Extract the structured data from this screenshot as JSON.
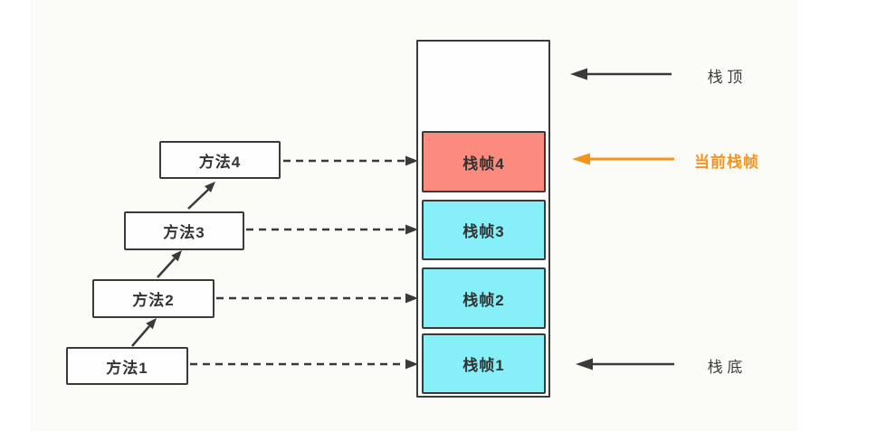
{
  "diagram": {
    "methods": [
      {
        "label": "方法1"
      },
      {
        "label": "方法2"
      },
      {
        "label": "方法3"
      },
      {
        "label": "方法4"
      }
    ],
    "stack_frames": [
      {
        "label": "栈帧4",
        "current": true
      },
      {
        "label": "栈帧3",
        "current": false
      },
      {
        "label": "栈帧2",
        "current": false
      },
      {
        "label": "栈帧1",
        "current": false
      }
    ],
    "labels": {
      "stack_top": "栈 顶",
      "current_frame": "当前栈帧",
      "stack_bottom": "栈 底"
    },
    "colors": {
      "current_frame_fill": "#FB8B7F",
      "frame_fill": "#86EFF7",
      "outline": "#3A3A3A",
      "accent_orange": "#F5941D"
    }
  }
}
